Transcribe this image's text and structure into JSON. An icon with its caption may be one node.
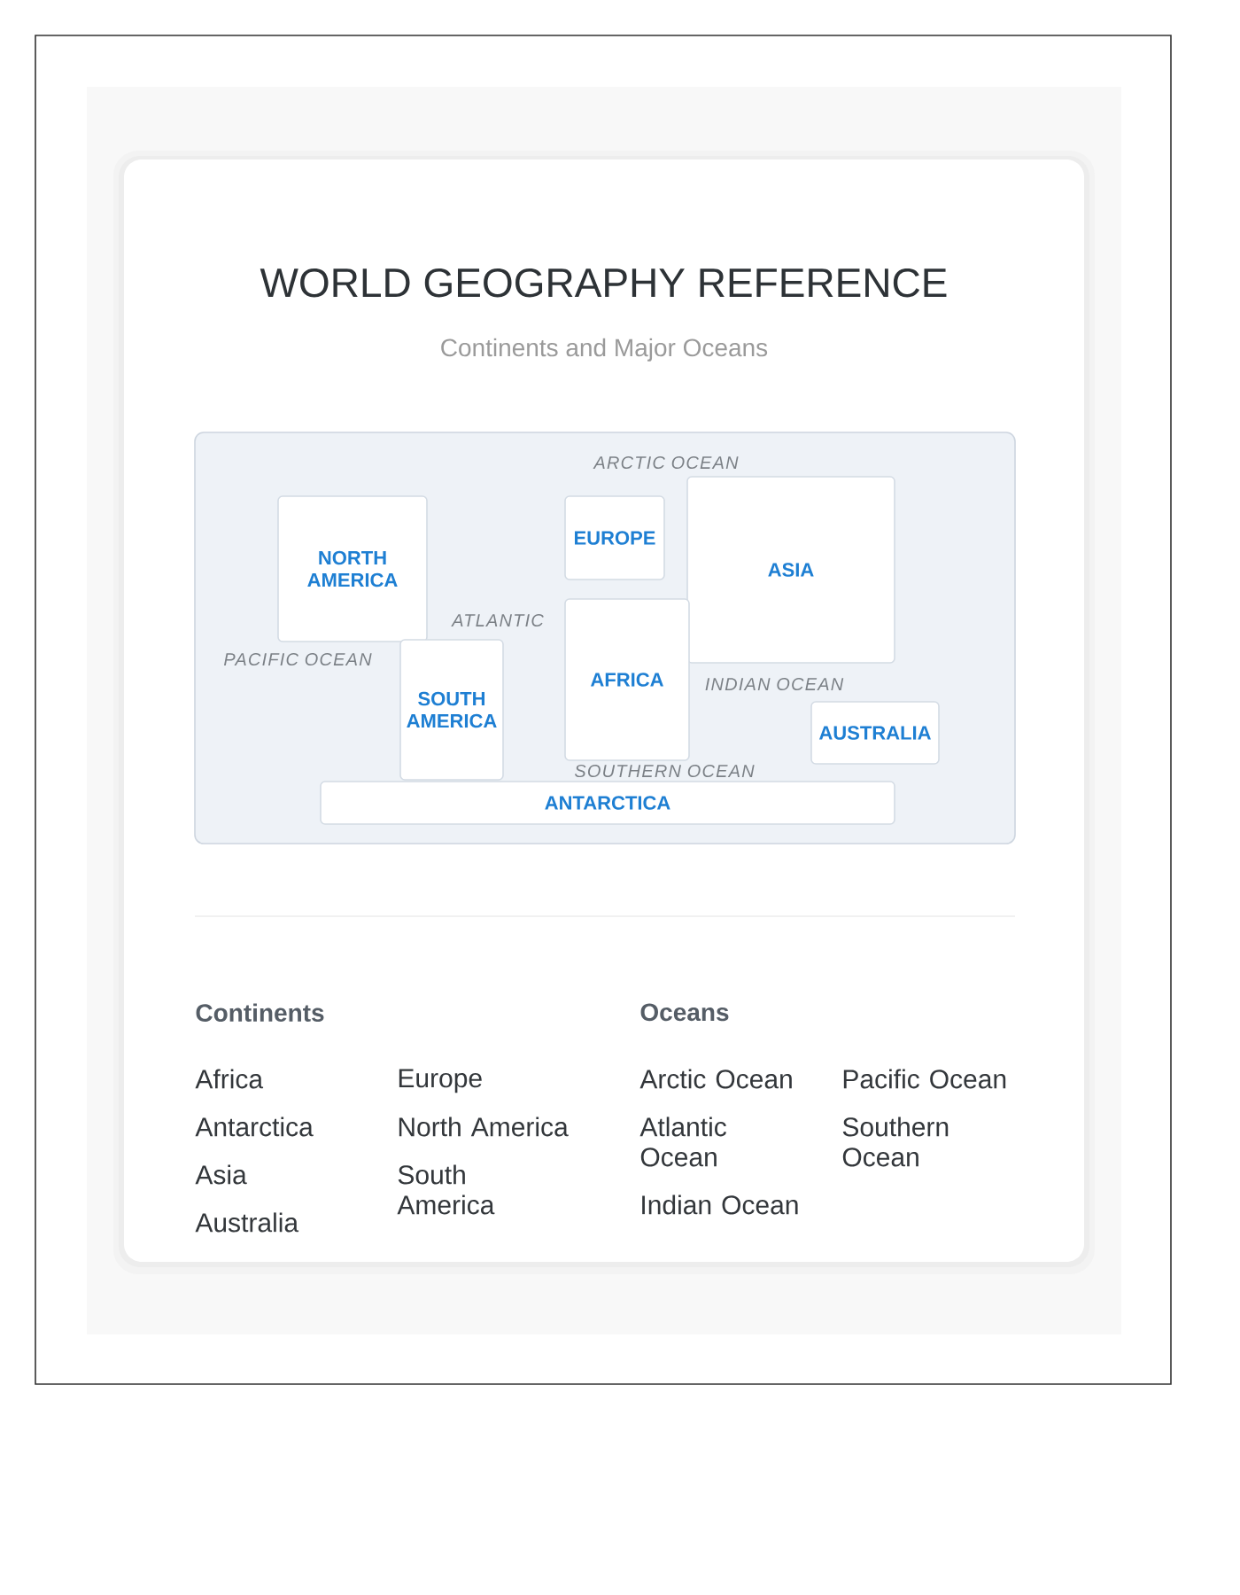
{
  "diagram": {
    "title": "WORLD GEOGRAPHY REFERENCE",
    "nodes": [
      {
        "text": [],
        "shape": "box"
      },
      {
        "text": [
          "NORTH AMERICA"
        ],
        "in": 0
      },
      {
        "text": [
          "EUROPE"
        ],
        "in": 0
      },
      {
        "text": [
          "ASIA"
        ],
        "in": 0
      },
      {
        "text": [
          "AFRICA"
        ],
        "in": 0
      },
      {
        "text": [
          "SOUTH AMERICA"
        ],
        "in": 0
      },
      {
        "text": [
          "AUSTRALIA"
        ],
        "in": 0
      },
      {
        "text": [
          "ANTARCTICA"
        ],
        "in": 0
      }
    ],
    "labels": [
      "Continents and Major Oceans",
      "ARCTIC OCEAN",
      "PACIFIC OCEAN",
      "ATLANTIC",
      "INDIAN OCEAN",
      "SOUTHERN OCEAN",
      "Continents",
      "Africa",
      "Antarctica",
      "Asia",
      "Australia",
      "Europe",
      "North America",
      "South America",
      "Oceans",
      "Arctic Ocean",
      "Atlantic Ocean",
      "Indian Ocean",
      "Pacific Ocean",
      "Southern Ocean"
    ]
  }
}
